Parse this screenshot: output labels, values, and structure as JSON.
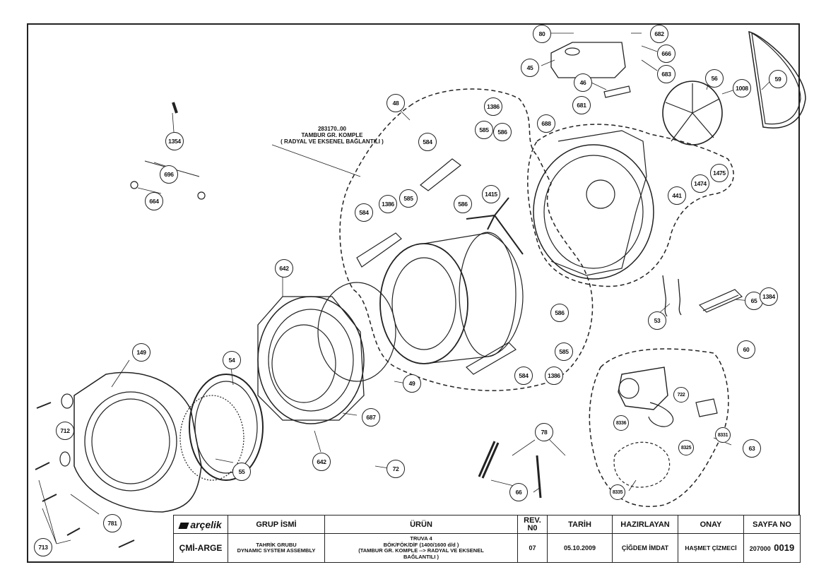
{
  "assembly_label": {
    "code": "283170..00",
    "line1": "TAMBUR GR. KOMPLE",
    "line2": "( RADYAL VE EKSENEL BAĞLANTILI )"
  },
  "callouts": {
    "c80": "80",
    "c682": "682",
    "c45": "45",
    "c666": "666",
    "c683": "683",
    "c46": "46",
    "c56": "56",
    "c1008": "1008",
    "c59": "59",
    "c681": "681",
    "c48": "48",
    "c1386a": "1386",
    "c585a": "585",
    "c586a": "586",
    "c584a": "584",
    "c688": "688",
    "c1354": "1354",
    "c696": "696",
    "c664": "664",
    "c1475": "1475",
    "c1474": "1474",
    "c441": "441",
    "c1415": "1415",
    "c1386b": "1386",
    "c585b": "585",
    "c586b": "586",
    "c584b": "584",
    "c642a": "642",
    "c53": "53",
    "c65": "65",
    "c1384": "1384",
    "c586c": "586",
    "c585c": "585",
    "c60": "60",
    "c1386c": "1386",
    "c584c": "584",
    "c149": "149",
    "c54": "54",
    "c49": "49",
    "c687": "687",
    "c712": "712",
    "c55": "55",
    "c642b": "642",
    "c72": "72",
    "c78": "78",
    "c722": "722",
    "c8336": "8336",
    "c8331": "8331",
    "c8325": "8325",
    "c63": "63",
    "c66": "66",
    "c8335": "8335",
    "c781": "781",
    "c713": "713"
  },
  "title_block": {
    "logo": "arçelik",
    "group_header": "GRUP İSMİ",
    "product_header": "ÜRÜN",
    "rev_header_1": "REV.",
    "rev_header_2": "N0",
    "date_header": "TARİH",
    "prepared_header": "HAZIRLAYAN",
    "approved_header": "ONAY",
    "page_header": "SAYFA NO",
    "dept": "ÇMİ-ARGE",
    "group_line1": "TAHRİK GRUBU",
    "group_line2": "DYNAMIC SYSTEM ASSEMBLY",
    "product_line1": "TRUVA 4",
    "product_line2": "BÖK/FÖK/DİF (1400/1600 d/d )",
    "product_line3": "(TAMBUR GR. KOMPLE --> RADYAL VE EKSENEL",
    "product_line4": "BAĞLANTILI )",
    "rev": "07",
    "date": "05.10.2009",
    "prepared_by": "ÇİĞDEM İMDAT",
    "approved_by": "HAŞMET ÇİZMECİ",
    "page_prefix": "207000",
    "page_number": "0019"
  }
}
